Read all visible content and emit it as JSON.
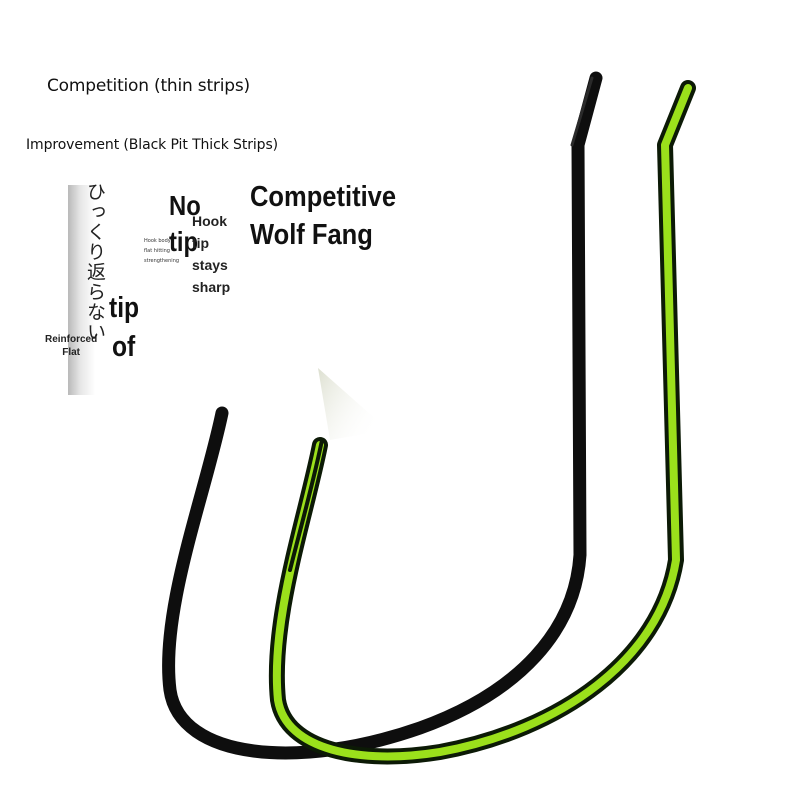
{
  "labels": {
    "competition": "Competition (thin strips)",
    "improvement": "Improvement (Black Pit Thick Strips)"
  },
  "title": {
    "line1": "Competitive",
    "line2": "Wolf Fang"
  },
  "vertical_japanese": "ひっくり返らない",
  "callouts": {
    "no": "No",
    "tip_top": "tip",
    "tip_mid": "tip",
    "of": "of",
    "hook_tip_stays_sharp": [
      "Hook",
      "tip",
      "stays",
      "sharp"
    ],
    "small_text": [
      "Hook body",
      "flat hitting",
      "strengthening"
    ],
    "reinforced_flat": [
      "Reinforced",
      "Flat"
    ]
  },
  "icons": {
    "black_hook": "black-fishing-hook-icon",
    "green_hook": "green-fishing-hook-icon"
  },
  "colors": {
    "hook_black": "#0e0e0e",
    "hook_green": "#9be01b",
    "hook_green_edge": "#0c1a06",
    "text": "#111111",
    "background": "#ffffff"
  }
}
